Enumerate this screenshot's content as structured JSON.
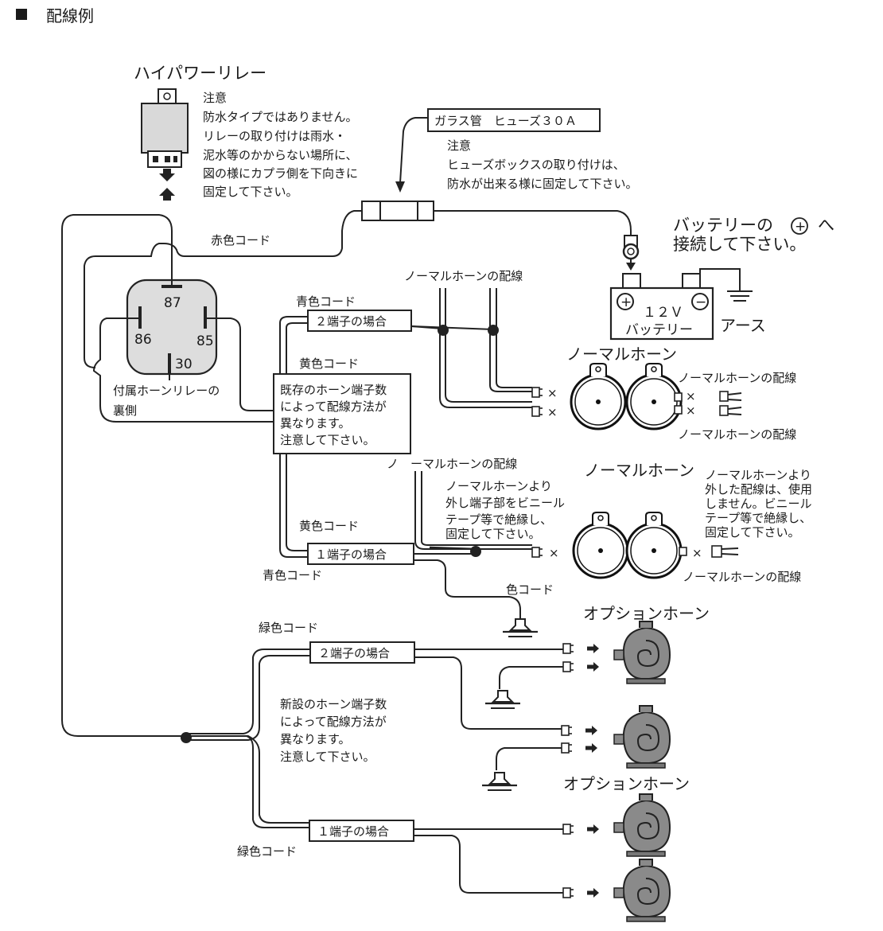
{
  "header": {
    "bullet_icon": "filled-square-icon",
    "title": "配線例"
  },
  "relay": {
    "label": "ハイパワーリレー",
    "note_title": "注意",
    "note_lines": [
      "防水タイプではありません。",
      "リレーの取り付けは雨水・",
      "泥水等のかからない場所に、",
      "図の様にカプラ側を下向きに",
      "固定して下さい。"
    ]
  },
  "fuse": {
    "label": "ガラス管　ヒューズ３０Ａ",
    "note_title": "注意",
    "note_lines": [
      "ヒューズボックスの取り付けは、",
      "防水が出来る様に固定して下さい。"
    ]
  },
  "battery": {
    "connect_lines": [
      "バッテリーの",
      "へ",
      "接続して下さい。"
    ],
    "label_top": "１２Ｖ",
    "label_bottom": "バッテリー",
    "ground_label": "アース",
    "plus": "+",
    "minus": "−"
  },
  "accessory_relay": {
    "pins": [
      "87",
      "86",
      "85",
      "30"
    ],
    "caption_lines": [
      "付属ホーンリレーの",
      "裏側"
    ]
  },
  "wires": {
    "red": "赤色コード",
    "blue_top": "青色コード",
    "yellow_top": "黄色コード",
    "yellow_mid": "黄色コード",
    "blue_mid": "青色コード",
    "color_code": "色コード",
    "green_top": "緑色コード",
    "green_bottom": "緑色コード"
  },
  "cases": {
    "two_terminal": "２端子の場合",
    "one_terminal": "１端子の場合"
  },
  "existing_note": [
    "既存のホーン端子数",
    "によって配線方法が",
    "異なります。",
    "注意して下さい。"
  ],
  "new_note": [
    "新設のホーン端子数",
    "によって配線方法が",
    "異なります。",
    "注意して下さい。"
  ],
  "normal": {
    "wiring_label": "ノーマルホーンの配線",
    "horn_label": "ノーマルホーン",
    "wiring_right_a": "ノーマルホーンの配線",
    "wiring_right_b": "ノーマルホーンの配線",
    "wiring_mid": "ノ　ーマルホーンの配線",
    "insulate_lines": [
      "ノーマルホーンより",
      "外し端子部をビニール",
      "テープ等で絶縁し、",
      "固定して下さい。"
    ],
    "horn_label_2": "ノーマルホーン",
    "unused_lines": [
      "ノーマルホーンより",
      "外した配線は、使用",
      "しません。ビニール",
      "テープ等で絶縁し、",
      "固定して下さい。"
    ],
    "wiring_right_c": "ノーマルホーンの配線",
    "cross": "×"
  },
  "option": {
    "horn_label_top": "オプションホーン",
    "horn_label_bottom": "オプションホーン"
  }
}
